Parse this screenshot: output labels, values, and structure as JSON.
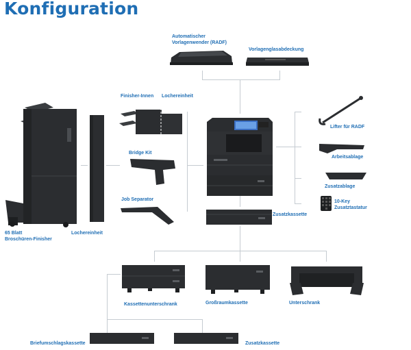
{
  "title": "Konfiguration",
  "labels": {
    "radf_line1": "Automatischer",
    "radf_line2": "Vorlagenwender (RADF)",
    "platen_cover": "Vorlagenglasabdeckung",
    "finisher_inner": "Finisher-Innen",
    "punch_unit_top": "Lochereinheit",
    "bridge_kit": "Bridge Kit",
    "job_separator": "Job Separator",
    "booklet_finisher_line1": "65 Blatt",
    "booklet_finisher_line2": "Broschüren-Finisher",
    "punch_unit_side": "Lochereinheit",
    "lifter": "Lifter für RADF",
    "work_tray": "Arbeitsablage",
    "extra_tray": "Zusatzablage",
    "keypad_line1": "10-Key",
    "keypad_line2": "Zusatztastatur",
    "extra_cassette_main": "Zusatzkassette",
    "cassette_cabinet": "Kassettenunterschrank",
    "large_cassette": "Großraumkassette",
    "cabinet": "Unterschrank",
    "envelope_cassette": "Briefumschlagskassette",
    "extra_cassette_bottom": "Zusatzkassette"
  },
  "colors": {
    "accent": "#1f6eb4",
    "connector": "#c5cbd1",
    "device": "#2b2d30"
  }
}
